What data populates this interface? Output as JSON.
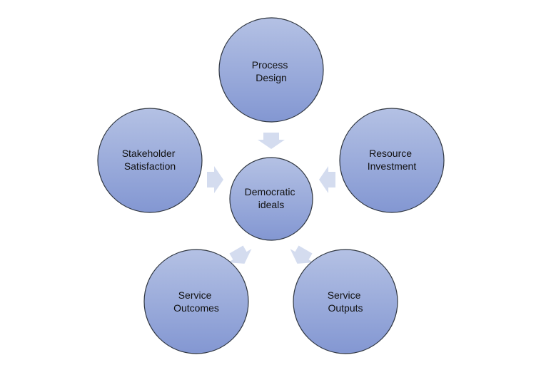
{
  "colors": {
    "node_fill_top": "#b4c1e4",
    "node_fill_bottom": "#8397d2",
    "node_stroke": "#2f3640",
    "arrow_fill": "#d4dcef",
    "label_color": "#111111",
    "background": "#ffffff"
  },
  "center": {
    "lines": [
      "Democratic",
      "ideals"
    ]
  },
  "nodes": [
    {
      "id": "process-design",
      "lines": [
        "Process",
        "Design"
      ]
    },
    {
      "id": "resource-investment",
      "lines": [
        "Resource",
        "Investment"
      ]
    },
    {
      "id": "service-outputs",
      "lines": [
        "Service",
        "Outputs"
      ]
    },
    {
      "id": "service-outcomes",
      "lines": [
        "Service",
        "Outcomes"
      ]
    },
    {
      "id": "stakeholder-satisfaction",
      "lines": [
        "Stakeholder",
        "Satisfaction"
      ]
    }
  ]
}
